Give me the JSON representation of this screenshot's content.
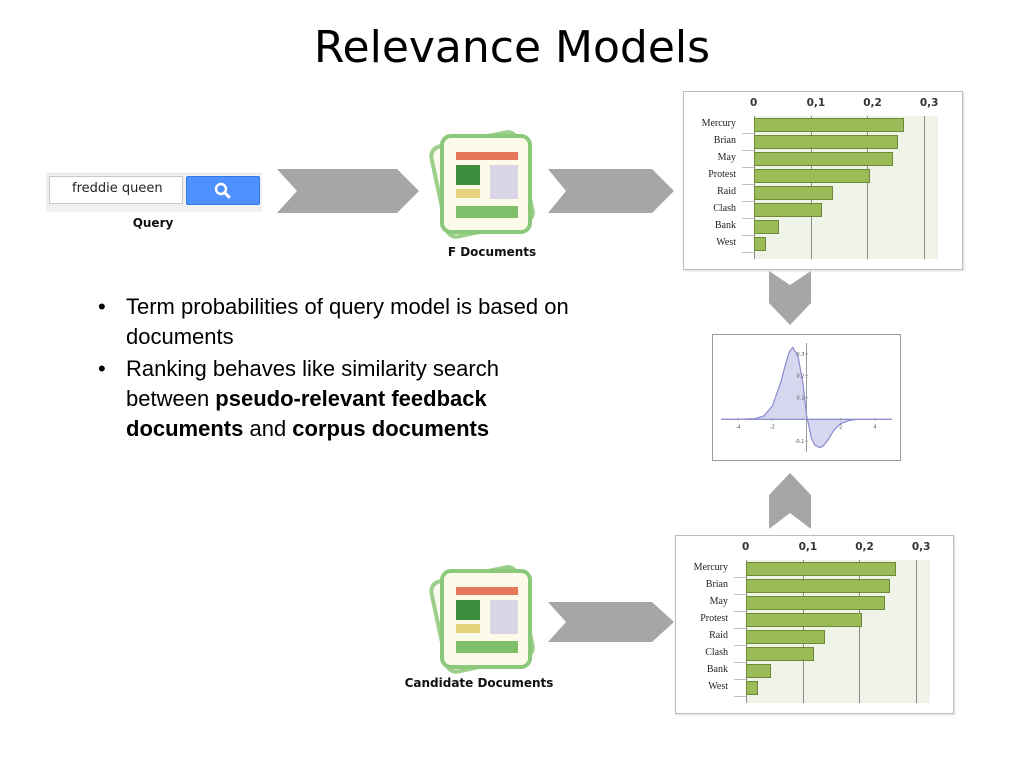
{
  "title": "Relevance Models",
  "query": {
    "value": "freddie queen",
    "caption": "Query"
  },
  "feedback_docs": {
    "caption": "F Documents"
  },
  "candidate_docs": {
    "caption": "Candidate Documents"
  },
  "bullets": [
    {
      "text": "Term probabilities of query model is based on documents"
    },
    {
      "pre": "Ranking behaves like similarity search between ",
      "b1": "pseudo-relevant feedback documents",
      "mid": " and ",
      "b2": "corpus documents"
    }
  ],
  "icons": [
    "search-icon",
    "document-stack-icon",
    "arrow-right-icon",
    "arrow-down-icon",
    "arrow-up-icon"
  ],
  "colors": {
    "bar_fill": "#9bbb59",
    "plot_bg": "#eff3e8",
    "search_button": "#4d90fe",
    "arrow_gray": "#a6a6a6",
    "curve_fill": "#c9c9eb"
  },
  "chart_data": [
    {
      "type": "bar",
      "orientation": "horizontal",
      "categories": [
        "Mercury",
        "Brian",
        "May",
        "Protest",
        "Raid",
        "Clash",
        "Bank",
        "West"
      ],
      "values": [
        0.265,
        0.255,
        0.245,
        0.205,
        0.14,
        0.12,
        0.045,
        0.022
      ],
      "xticks": [
        "0",
        "0,1",
        "0,2",
        "0,3"
      ],
      "xlim": [
        0,
        0.325
      ]
    },
    {
      "type": "area",
      "x_ticks": [
        "-4",
        "-2",
        "2",
        "4"
      ],
      "y_ticks": [
        "0.3",
        "0.2",
        "0.1",
        "-0.1"
      ],
      "xlim": [
        -5,
        5
      ],
      "ylim": [
        -0.15,
        0.35
      ],
      "x": [
        -5,
        -4,
        -3,
        -2.5,
        -2,
        -1.5,
        -1.2,
        -1,
        -0.8,
        -0.5,
        -0.2,
        0,
        0.3,
        0.5,
        0.8,
        1,
        1.3,
        1.6,
        2,
        2.5,
        3,
        4,
        5
      ],
      "y": [
        0,
        0,
        0.003,
        0.015,
        0.06,
        0.17,
        0.26,
        0.31,
        0.33,
        0.29,
        0.16,
        0.02,
        -0.09,
        -0.12,
        -0.13,
        -0.12,
        -0.09,
        -0.05,
        -0.02,
        -0.005,
        0,
        0,
        0
      ]
    },
    {
      "type": "bar",
      "orientation": "horizontal",
      "categories": [
        "Mercury",
        "Brian",
        "May",
        "Protest",
        "Raid",
        "Clash",
        "Bank",
        "West"
      ],
      "values": [
        0.265,
        0.255,
        0.245,
        0.205,
        0.14,
        0.12,
        0.045,
        0.022
      ],
      "xticks": [
        "0",
        "0,1",
        "0,2",
        "0,3"
      ],
      "xlim": [
        0,
        0.325
      ]
    }
  ]
}
